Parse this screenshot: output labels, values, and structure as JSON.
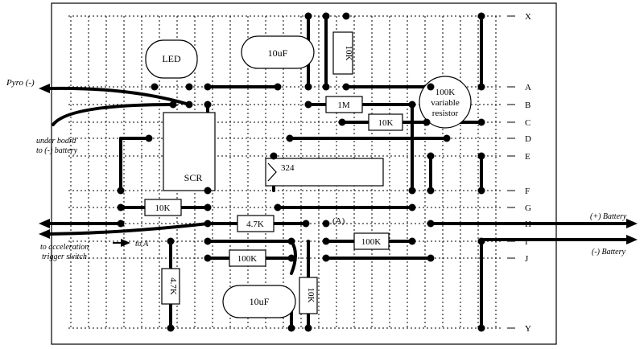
{
  "row_labels": [
    "X",
    "A",
    "B",
    "C",
    "D",
    "E",
    "F",
    "G",
    "H",
    "I",
    "J",
    "Y"
  ],
  "components": {
    "led": "LED",
    "cap_top": "10uF",
    "res_10k_vertical_top": "10K",
    "res_1m": "1M",
    "res_10k_c": "10K",
    "pot_line1": "100K",
    "pot_line2": "variable",
    "pot_line3": "resistor",
    "scr": "SCR",
    "ic": "324",
    "res_10k_g": "10K",
    "res_4_7k_h": "4.7K",
    "marker_a": "(A)",
    "res_100k_i": "100K",
    "res_100k_j": "100K",
    "res_4_7k_vertical": "4.7K",
    "cap_bottom": "10uF",
    "res_10k_vertical_bottom": "10K"
  },
  "labels": {
    "pyro": "Pyro (-)",
    "under_board_1": "under board",
    "under_board_2": "to (-) battery",
    "to_accel_1": "to acceleration",
    "to_accel_2": "trigger switch",
    "to_a": "to A",
    "plus_battery": "(+) Battery",
    "minus_battery": "(-) Battery"
  }
}
